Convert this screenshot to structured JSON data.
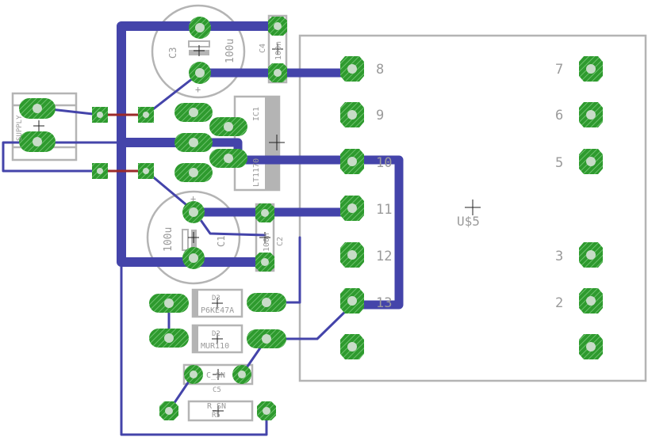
{
  "labels": {
    "c3_name": "C3",
    "c3_value": "100u",
    "c4_name": "C4",
    "c4_value": "100n",
    "ic1_name": "IC1",
    "ic1_value": "LT1170",
    "c1_name": "C1",
    "c1_value": "100u",
    "c2_name": "C2",
    "c2_value": "100n",
    "supply_name": "SUPPLY",
    "d3_name": "D3",
    "d3_value": "P6KE47A",
    "d2_name": "D2",
    "d2_value": "MUR110",
    "c5_value": "C_SN",
    "c5_name": "C5",
    "r5_value": "R_SN",
    "r5_name": "R5",
    "u5_name": "U$5",
    "cap_plus": "+"
  },
  "pins": {
    "p8": "8",
    "p9": "9",
    "p10": "10",
    "p11": "11",
    "p12": "12",
    "p13": "13",
    "p7": "7",
    "p6": "6",
    "p5": "5",
    "p3": "3",
    "p2": "2"
  },
  "colors": {
    "trace": "#4444aa",
    "pad": "#2e9a2e",
    "outline": "#b4b4b4",
    "red_trace": "#9b2a2a"
  }
}
